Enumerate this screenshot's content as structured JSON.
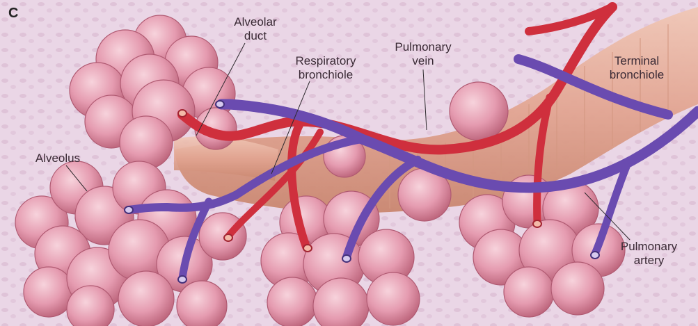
{
  "panel_letter": "C",
  "labels": {
    "alveolar_duct": "Alveolar\nduct",
    "respiratory_bronchiole": "Respiratory\nbronchiole",
    "pulmonary_vein": "Pulmonary\nvein",
    "terminal_bronchiole": "Terminal\nbronchiole",
    "alveolus": "Alveolus",
    "pulmonary_artery": "Pulmonary\nartery"
  },
  "colors": {
    "background": "#e9d3e3",
    "alveolus": "#e7a3b5",
    "bronchiole": "#e9b8a4",
    "vein_red": "#cf2f3d",
    "artery_purple": "#6a4bb0"
  }
}
